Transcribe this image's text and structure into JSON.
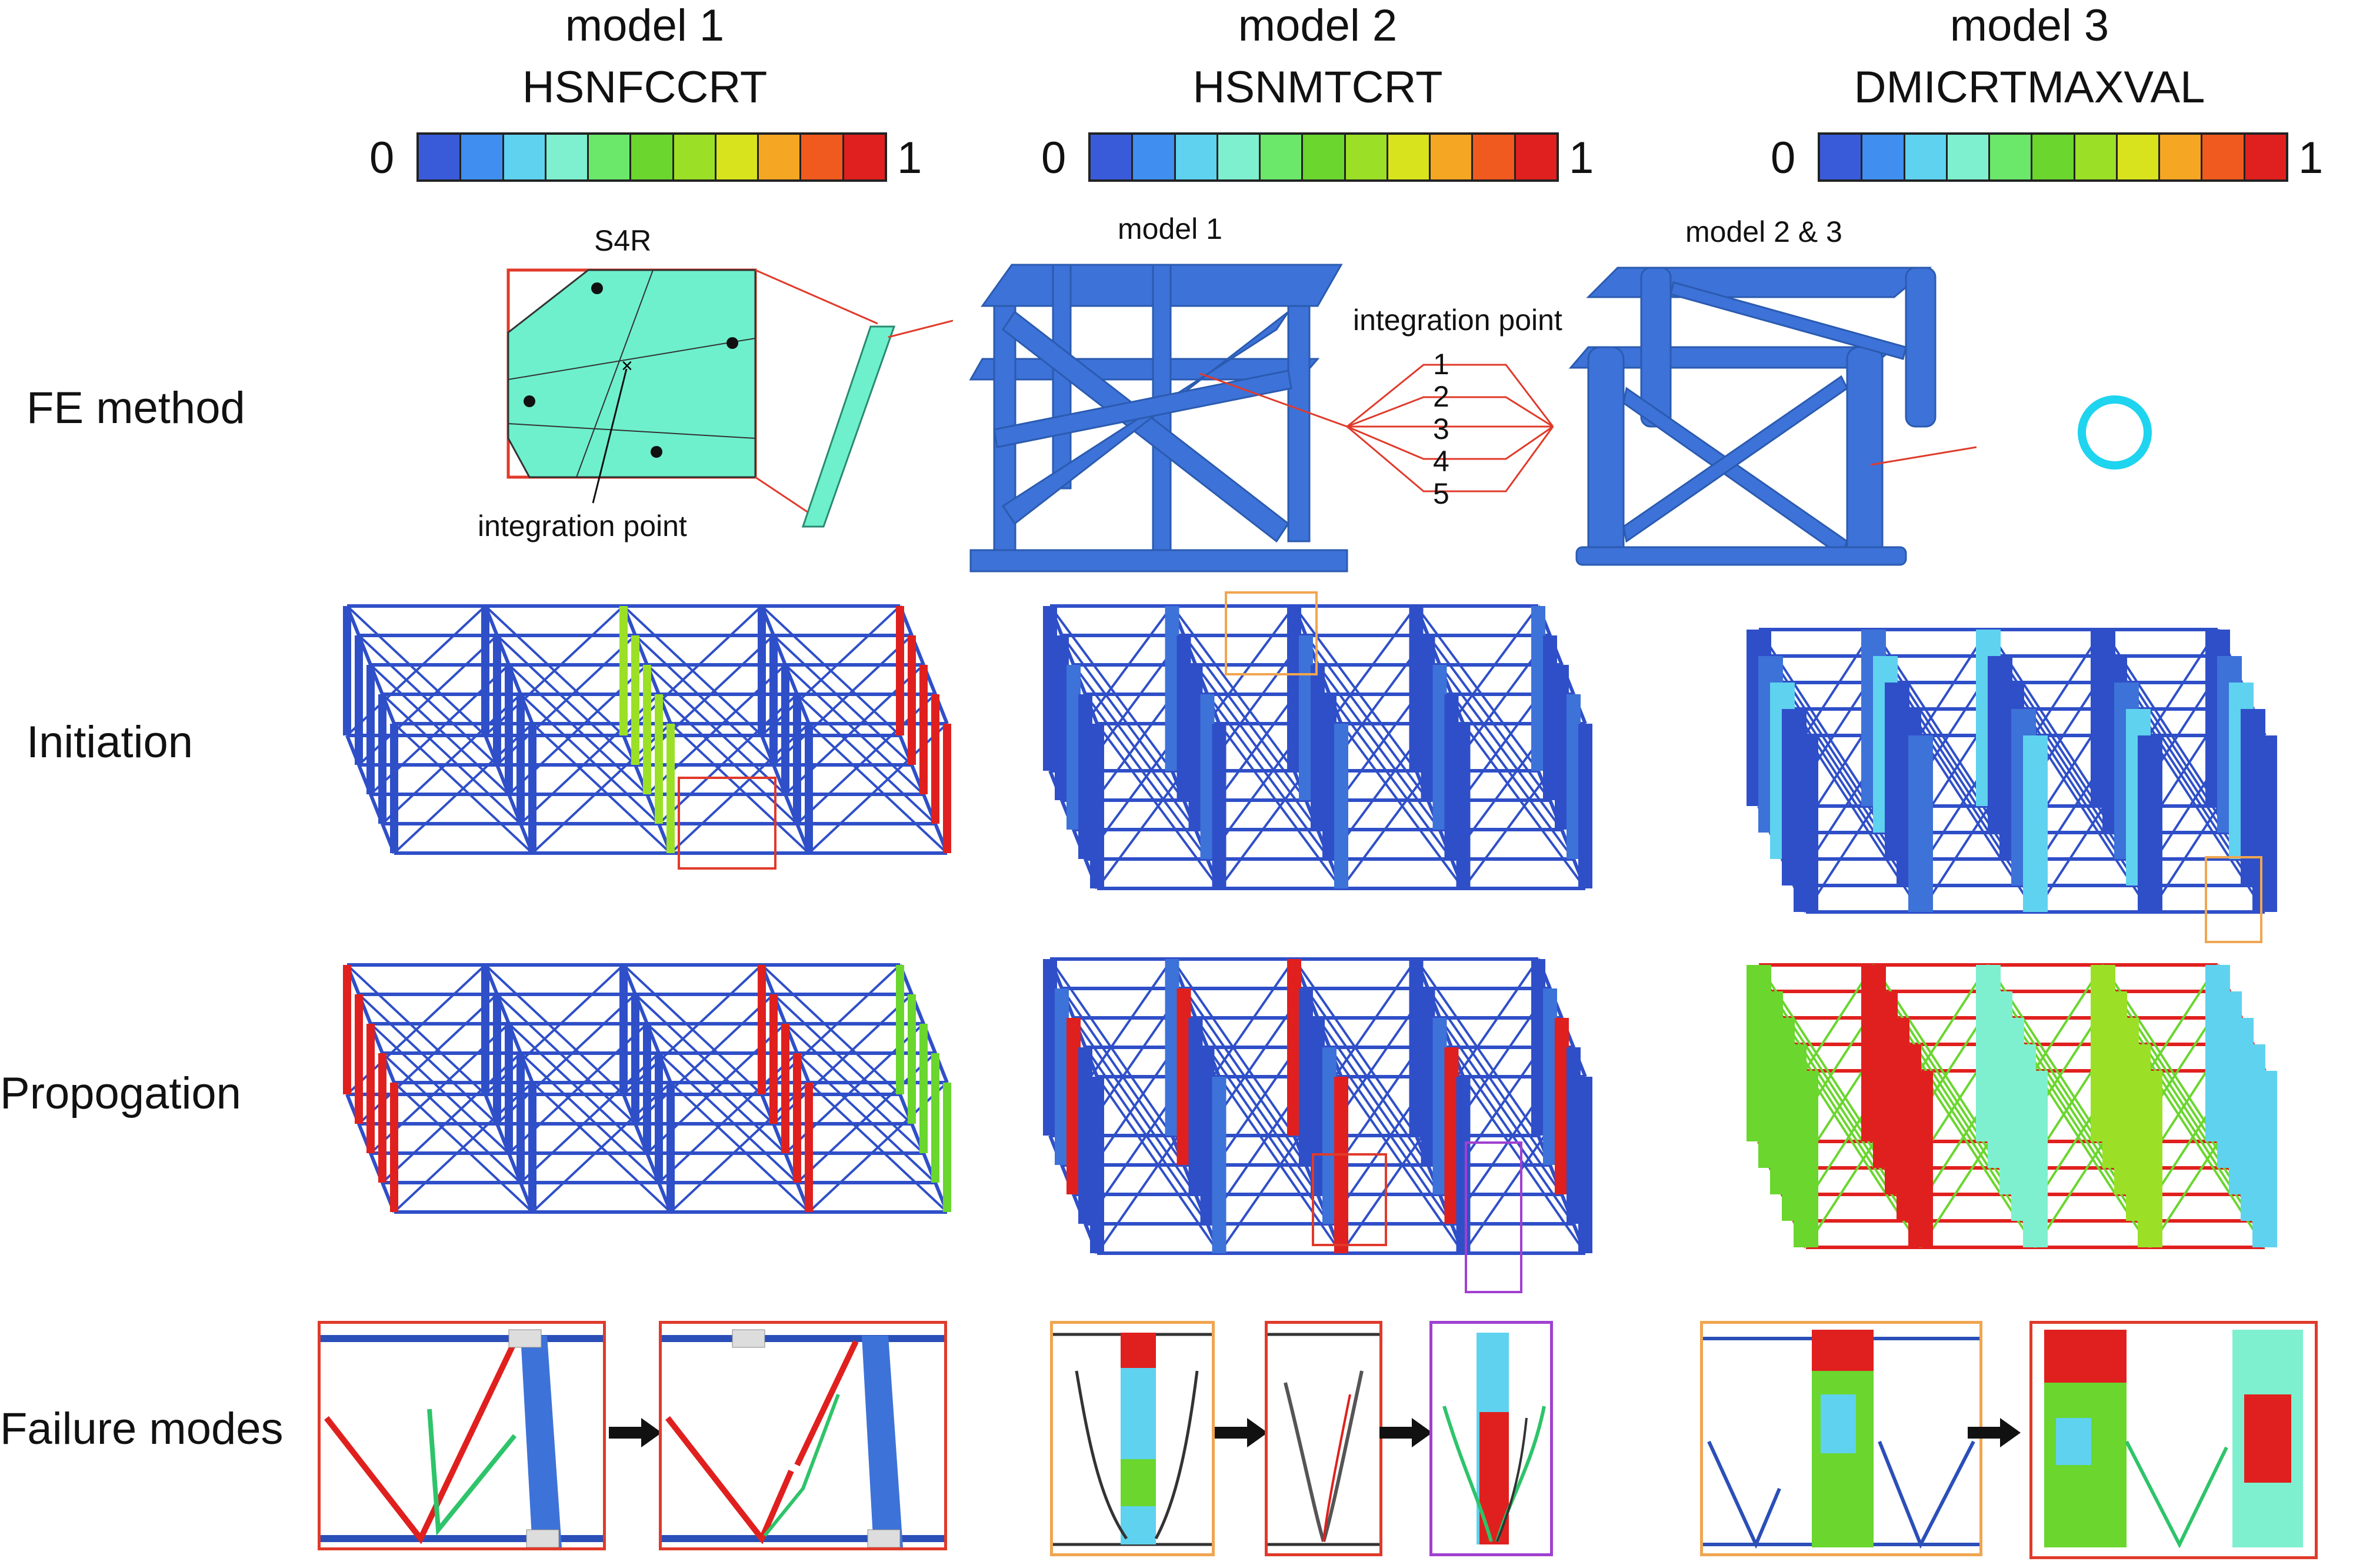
{
  "columns": [
    {
      "title": "model 1",
      "code": "HSNFCCRT",
      "min": "0",
      "max": "1"
    },
    {
      "title": "model 2",
      "code": "HSNMTCRT",
      "min": "0",
      "max": "1"
    },
    {
      "title": "model 3",
      "code": "DMICRTMAXVAL",
      "min": "0",
      "max": "1"
    }
  ],
  "colorbar_colors": [
    "#3a5bd9",
    "#3f8ef0",
    "#5fd2ef",
    "#7ef0cf",
    "#6be86a",
    "#6ad62e",
    "#9be027",
    "#d8e31e",
    "#f5a623",
    "#f05a1e",
    "#e0201e"
  ],
  "rows": {
    "fe_method": "FE method",
    "initiation": "Initiation",
    "propagation": "Propogation",
    "failure_modes": "Failure modes"
  },
  "fe": {
    "element_label": "S4R",
    "integration_point_left": "integration point",
    "model1_label": "model 1",
    "model23_label": "model 2 & 3",
    "integration_point_center": "integration point",
    "points": [
      "1",
      "2",
      "3",
      "4",
      "5"
    ]
  },
  "colors": {
    "shell": "#6ef0cc",
    "structure": "#3d72d8",
    "ring": "#1ed4ef",
    "red_frame": "#e03a2a",
    "orange_frame": "#f0a550",
    "purple_frame": "#a040d0"
  }
}
